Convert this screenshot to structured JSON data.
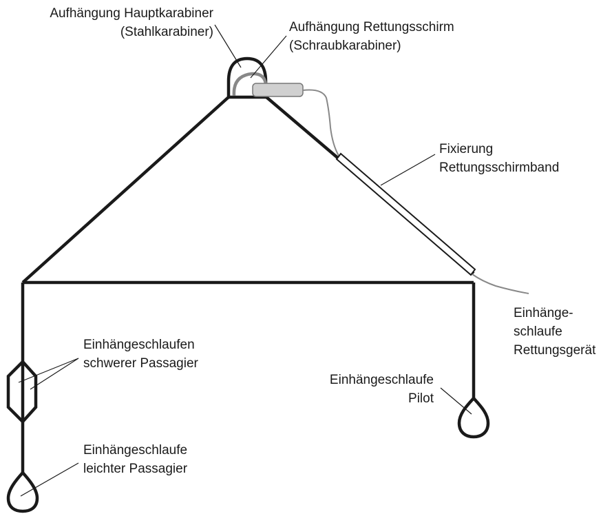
{
  "labels": {
    "main_carabiner": {
      "line1": "Aufhängung Hauptkarabiner",
      "line2": "(Stahlkarabiner)"
    },
    "rescue_mount": {
      "line1": "Aufhängung Rettungsschirm",
      "line2": "(Schraubkarabiner)"
    },
    "fixation": {
      "line1": "Fixierung",
      "line2": "Rettungsschirmband"
    },
    "rescue_loop": {
      "line1": "Einhänge-",
      "line2": "schlaufe",
      "line3": "Rettungsgerät"
    },
    "pilot_loop": {
      "line1": "Einhängeschlaufe",
      "line2": "Pilot"
    },
    "heavy_loops": {
      "line1": "Einhängeschlaufen",
      "line2": "schwerer Passagier"
    },
    "light_loop": {
      "line1": "Einhängeschlaufe",
      "line2": "leichter Passagier"
    }
  },
  "colors": {
    "line": "#1a1a1a",
    "rescue_cord": "#888888",
    "container_fill": "#d0d0d0",
    "container_stroke": "#777777",
    "screw_carabiner": "#888888"
  }
}
